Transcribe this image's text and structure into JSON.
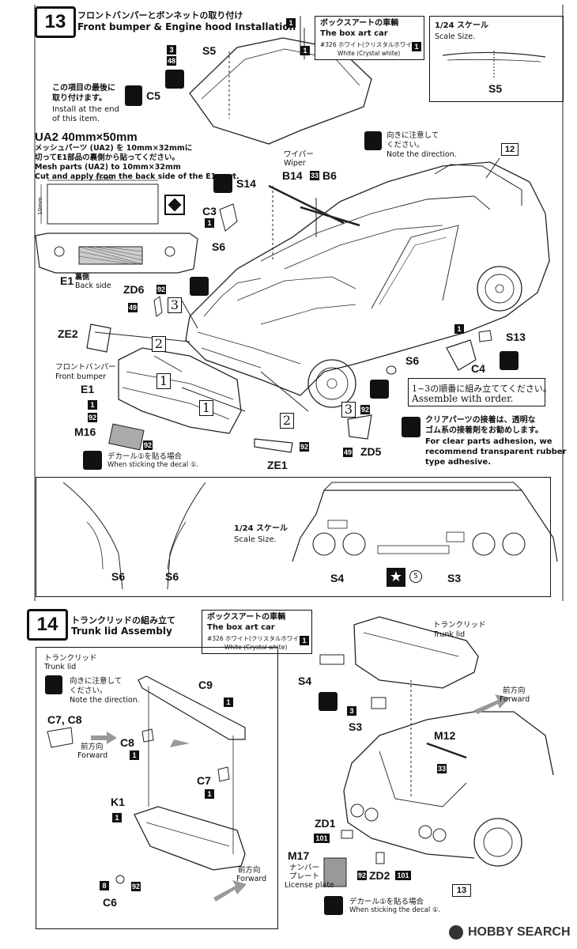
{
  "step13": {
    "number": "13",
    "title_jp": "フロントバンパーとボンネットの取り付け",
    "title_en": "Front bumper & Engine hood Installation",
    "box_art": {
      "title_jp": "ボックスアートの車輌",
      "title_en": "The box art car",
      "color_jp": "#326 ホワイト(クリスタルホワイト)",
      "color_en": "White (Crystal white)",
      "part_num": "1"
    },
    "scale_box": {
      "title_jp": "1/24 スケール",
      "title_en": "Scale Size.",
      "part": "S5"
    },
    "note_end": {
      "jp1": "この項目の最後に",
      "jp2": "取り付けます。",
      "en1": "Install at the end",
      "en2": "of this item."
    },
    "ua2": {
      "title": "UA2  40mm×50mm",
      "jp1": "メッシュパーツ (UA2) を 10mm×32mmに",
      "jp2": "切ってE1部品の裏側から貼ってください。",
      "en1": "Mesh parts (UA2) to 10mm×32mm",
      "en2": "Cut and apply from the back side of the E1 part.",
      "dim_w": "32mm",
      "dim_h": "10mm",
      "part": "E1",
      "back_jp": "裏側",
      "back_en": "Back side"
    },
    "direction_note": {
      "jp1": "向きに注意して",
      "jp2": "ください。",
      "en": "Note the direction."
    },
    "wiper": {
      "jp": "ワイパー",
      "en": "Wiper"
    },
    "front_bumper": {
      "jp": "フロントバンパー",
      "en": "Front bumper"
    },
    "order": {
      "jp": "1~3の順番に組み立ててください。",
      "en": "Assemble with order."
    },
    "clear_parts": {
      "jp1": "クリアパーツの接着は、透明な",
      "jp2": "ゴム系の接着剤をお勧めします。",
      "en1": "For clear parts adhesion, we",
      "en2": "recommend transparent rubber",
      "en3": "type adhesive."
    },
    "decal": {
      "jp": "デカール①を貼る場合",
      "en": "When sticking the decal ①."
    },
    "scale_lower": {
      "title_jp": "1/24 スケール",
      "title_en": "Scale Size."
    },
    "parts": {
      "s5": "S5",
      "c5": "C5",
      "b14": "B14",
      "b6": "B6",
      "s14": "S14",
      "c3": "C3",
      "s6": "S6",
      "zd6": "ZD6",
      "ze2": "ZE2",
      "e1": "E1",
      "m16": "M16",
      "ze1": "ZE1",
      "zd5": "ZD5",
      "c4": "C4",
      "s13": "S13",
      "s4": "S4",
      "s3": "S3",
      "ref12": "12"
    },
    "colors": {
      "n3": "3",
      "n48": "48",
      "n1": "1",
      "n33": "33",
      "n92": "92",
      "n49": "49"
    },
    "steps": {
      "s1": "1",
      "s2": "2",
      "s3": "3"
    },
    "star_num": "5"
  },
  "step14": {
    "number": "14",
    "title_jp": "トランクリッドの組み立て",
    "title_en": "Trunk lid Assembly",
    "box_art": {
      "title_jp": "ボックスアートの車輌",
      "title_en": "The box art car",
      "color_jp": "#326 ホワイト(クリスタルホワイト)",
      "color_en": "White (Crystal white)",
      "part_num": "1"
    },
    "trunk_lid": {
      "jp": "トランクリッド",
      "en": "Trunk lid"
    },
    "direction_note": {
      "jp1": "向きに注意して",
      "jp2": "ください。",
      "en": "Note the direction."
    },
    "forward": {
      "jp": "前方向",
      "en": "Forward"
    },
    "license": {
      "jp1": "ナンバー",
      "jp2": "プレート",
      "en": "License plate"
    },
    "decal": {
      "jp": "デカール①を貼る場合",
      "en": "When sticking the decal ①."
    },
    "parts": {
      "c9": "C9",
      "c7c8": "C7, C8",
      "c8": "C8",
      "c7": "C7",
      "k1": "K1",
      "c6": "C6",
      "s4": "S4",
      "s3": "S3",
      "m12": "M12",
      "zd1": "ZD1",
      "m17": "M17",
      "zd2": "ZD2",
      "ref13": "13"
    },
    "colors": {
      "n1": "1",
      "n3": "3",
      "n8": "8",
      "n92": "92",
      "n33": "33",
      "n101": "101"
    }
  },
  "watermark": "HOBBY SEARCH"
}
